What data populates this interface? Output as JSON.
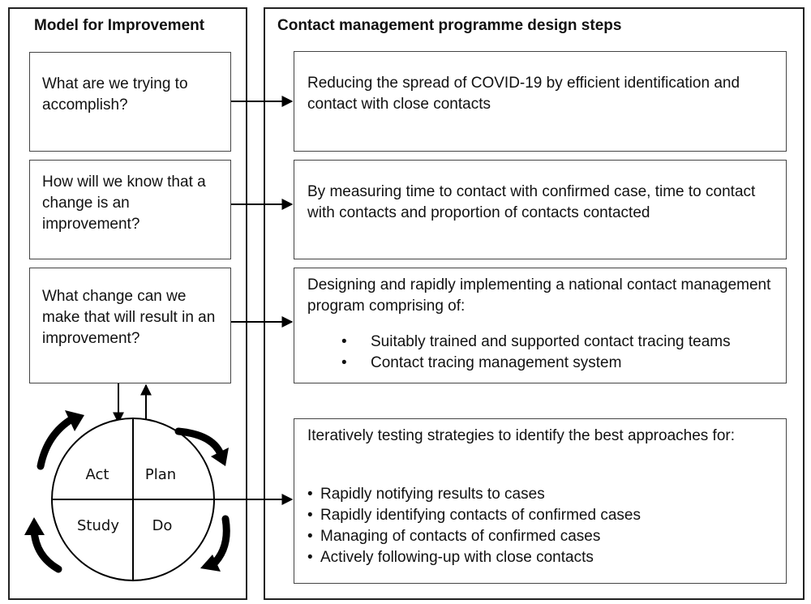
{
  "left_panel": {
    "title": "Model for Improvement",
    "questions": [
      "What are we trying to accomplish?",
      "How will we know that a change is an improvement?",
      "What change can we make that will result in an improvement?"
    ],
    "cycle": {
      "act": "Act",
      "plan": "Plan",
      "study": "Study",
      "do": "Do"
    }
  },
  "right_panel": {
    "title": "Contact management programme design steps",
    "step1": "Reducing the spread of COVID-19 by efficient identification and contact with close contacts",
    "step2": "By measuring time to contact with confirmed case, time to contact with contacts and proportion of contacts contacted",
    "step3": {
      "intro": "Designing and rapidly implementing a national contact management program comprising of:",
      "bullets": [
        "Suitably trained and supported contact tracing teams",
        "Contact tracing management system"
      ]
    },
    "step4": {
      "intro": "Iteratively testing strategies to identify the best approaches for:",
      "bullets": [
        "Rapidly notifying results to cases",
        "Rapidly identifying contacts of confirmed cases",
        "Managing of contacts of confirmed cases",
        "Actively following-up with close contacts"
      ]
    }
  }
}
